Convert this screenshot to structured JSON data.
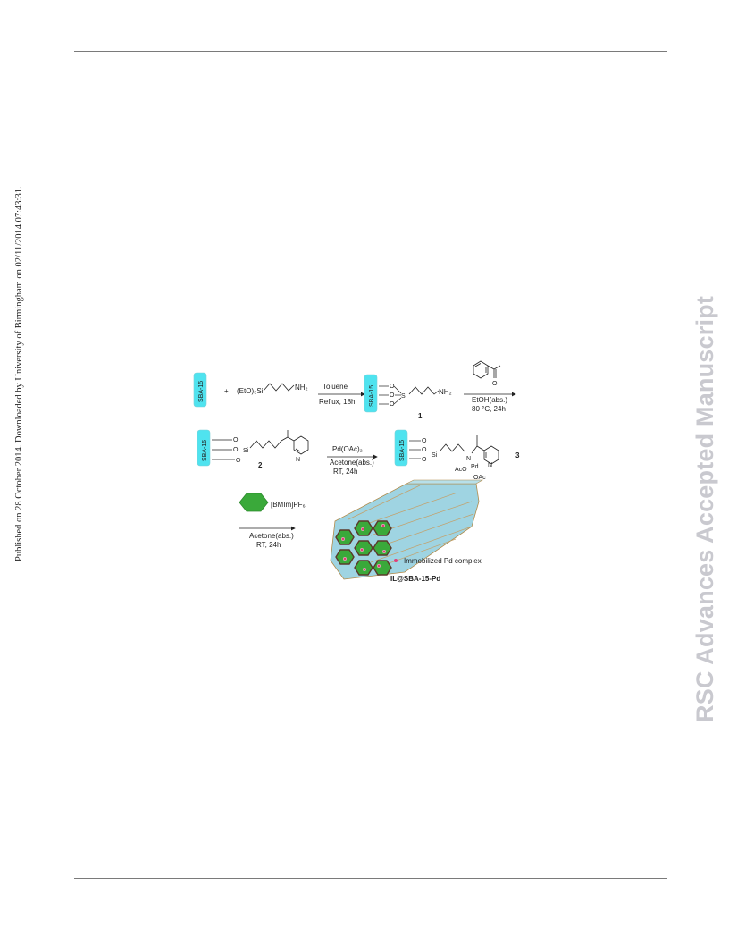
{
  "sidebar_text": "Published on 28 October 2014. Downloaded by University of Birmingham on 02/11/2014 07:43:31.",
  "watermark_text": "RSC Advances Accepted Manuscript",
  "scheme": {
    "support_label": "SBA-15",
    "reagent_silane": "(EtO)₃Si",
    "amine_group": "NH₂",
    "plus": "+",
    "step1": {
      "line1": "Toluene",
      "line2": "Reflux, 18h"
    },
    "compound1_number": "1",
    "step2": {
      "line1": "EtOH(abs.)",
      "line2": "80 °C, 24h"
    },
    "compound2_number": "2",
    "step3": {
      "line1": "Pd(OAc)₂",
      "line2": "Acetone(abs.)",
      "line3": "RT, 24h"
    },
    "compound3_number": "3",
    "ketone_O": "O",
    "siloxy_O": "O",
    "si": "Si",
    "pyridine_N": "N",
    "pd": "Pd",
    "aco": "AcO",
    "oac": "OAc",
    "il_label": "[BMIm]PF₆",
    "step4": {
      "line1": "Acetone(abs.)",
      "line2": "RT, 24h"
    },
    "legend_text": "Immobilized Pd complex",
    "product_label": "IL@SBA-15-Pd"
  },
  "colors": {
    "sba_box": "#4fe3ef",
    "hexagon_green": "#3aa93a",
    "rod_blue": "#9fd4e2",
    "pd_dot": "#e0407a",
    "watermark": "#c9c9cf"
  }
}
